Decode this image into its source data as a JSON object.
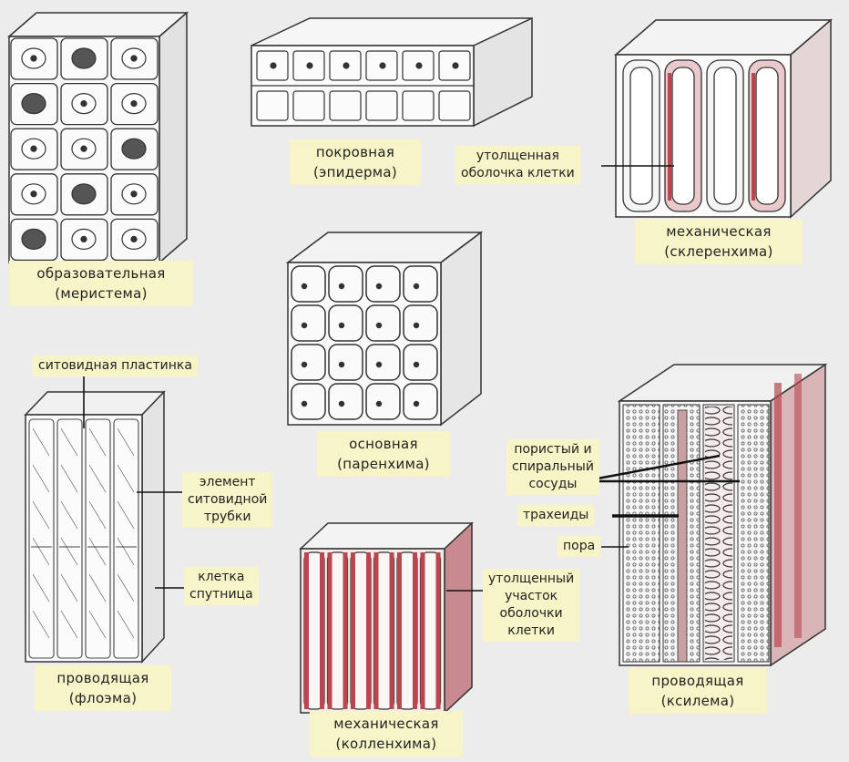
{
  "tissues": [
    {
      "id": "meristem",
      "line1": "образовательная",
      "line2": "(меристема)"
    },
    {
      "id": "epidermis",
      "line1": "покровная",
      "line2": "(эпидерма)"
    },
    {
      "id": "sclerenchyma",
      "line1": "механическая",
      "line2": "(склеренхима)"
    },
    {
      "id": "parenchyma",
      "line1": "основная",
      "line2": "(паренхима)"
    },
    {
      "id": "phloem",
      "line1": "проводящая",
      "line2": "(флоэма)"
    },
    {
      "id": "collenchyma",
      "line1": "механическая",
      "line2": "(колленхима)"
    },
    {
      "id": "xylem",
      "line1": "проводящая",
      "line2": "(ксилема)"
    }
  ],
  "notes": {
    "thick_wall": [
      "утолщенная",
      "оболочка клетки"
    ],
    "sieve_plate": "ситовидная пластинка",
    "sieve_tube": [
      "элемент",
      "ситовидной",
      "трубки"
    ],
    "companion": [
      "клетка",
      "спутница"
    ],
    "thick_section": [
      "утолщенный",
      "участок",
      "оболочки",
      "клетки"
    ],
    "vessels": [
      "пористый и",
      "спиральный",
      "сосуды"
    ],
    "tracheids": "трахеиды",
    "pore": "пора"
  },
  "colors": {
    "background": "#ececec",
    "label_bg": "#f7f4c8",
    "wall_red": "#b8474f",
    "line": "#333333"
  }
}
